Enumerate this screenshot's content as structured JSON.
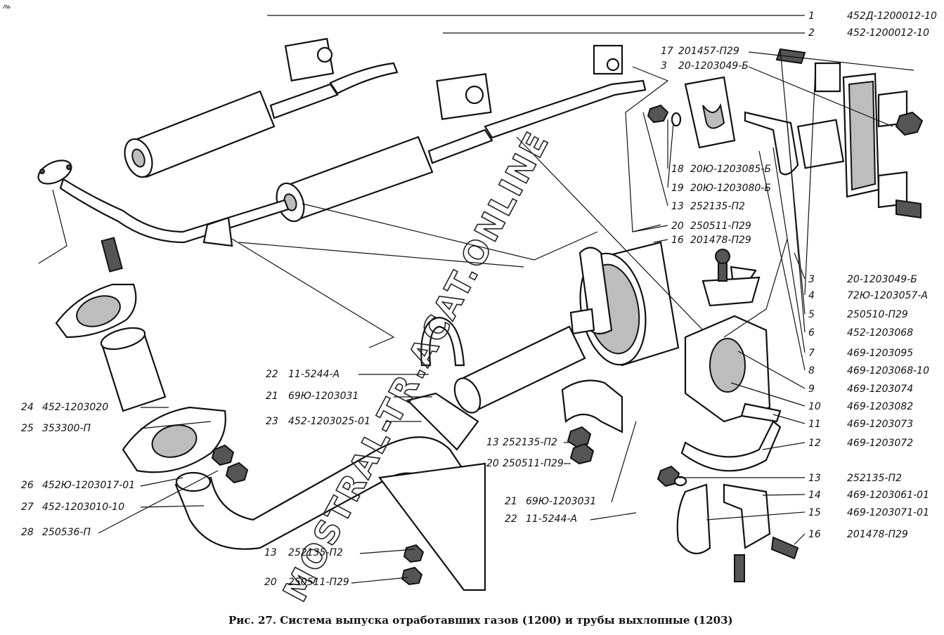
{
  "corner_mark": "ль",
  "watermark": "MOSTRAL-TR.ACAT.ONLINE",
  "caption": "Рис. 27. Система выпуска отработавших газов (1200) и трубы выхлопные (1203)",
  "labels": [
    {
      "n": "1",
      "code": "452Д-1200012-10"
    },
    {
      "n": "2",
      "code": "452-1200012-10"
    },
    {
      "n": "17",
      "code": "201457-П29"
    },
    {
      "n": "3",
      "code": "20-1203049-Б"
    },
    {
      "n": "18",
      "code": "20Ю-1203085-Б"
    },
    {
      "n": "19",
      "code": "20Ю-1203080-Б"
    },
    {
      "n": "13",
      "code": "252135-П2"
    },
    {
      "n": "20",
      "code": "250511-П29"
    },
    {
      "n": "16",
      "code": "201478-П29"
    },
    {
      "n": "3",
      "code": "20-1203049-Б"
    },
    {
      "n": "4",
      "code": "72Ю-1203057-А"
    },
    {
      "n": "5",
      "code": "250510-П29"
    },
    {
      "n": "6",
      "code": "452-1203068"
    },
    {
      "n": "7",
      "code": "469-1203095"
    },
    {
      "n": "8",
      "code": "469-1203068-10"
    },
    {
      "n": "9",
      "code": "469-1203074"
    },
    {
      "n": "10",
      "code": "469-1203082"
    },
    {
      "n": "11",
      "code": "469-1203073"
    },
    {
      "n": "12",
      "code": "469-1203072"
    },
    {
      "n": "13",
      "code": "252135-П2"
    },
    {
      "n": "14",
      "code": "469-1203061-01"
    },
    {
      "n": "15",
      "code": "469-1203071-01"
    },
    {
      "n": "16",
      "code": "201478-П29"
    },
    {
      "n": "22",
      "code": "11-5244-А"
    },
    {
      "n": "21",
      "code": "69Ю-1203031"
    },
    {
      "n": "23",
      "code": "452-1203025-01"
    },
    {
      "n": "13",
      "code": "252135-П2"
    },
    {
      "n": "20",
      "code": "250511-П29"
    },
    {
      "n": "21",
      "code": "69Ю-1203031"
    },
    {
      "n": "22",
      "code": "11-5244-А"
    },
    {
      "n": "24",
      "code": "452-1203020"
    },
    {
      "n": "25",
      "code": "353300-П"
    },
    {
      "n": "26",
      "code": "452Ю-1203017-01"
    },
    {
      "n": "27",
      "code": "452-1203010-10"
    },
    {
      "n": "28",
      "code": "250536-П"
    },
    {
      "n": "13",
      "code": "252135-П2"
    },
    {
      "n": "20",
      "code": "250511-П29"
    }
  ]
}
